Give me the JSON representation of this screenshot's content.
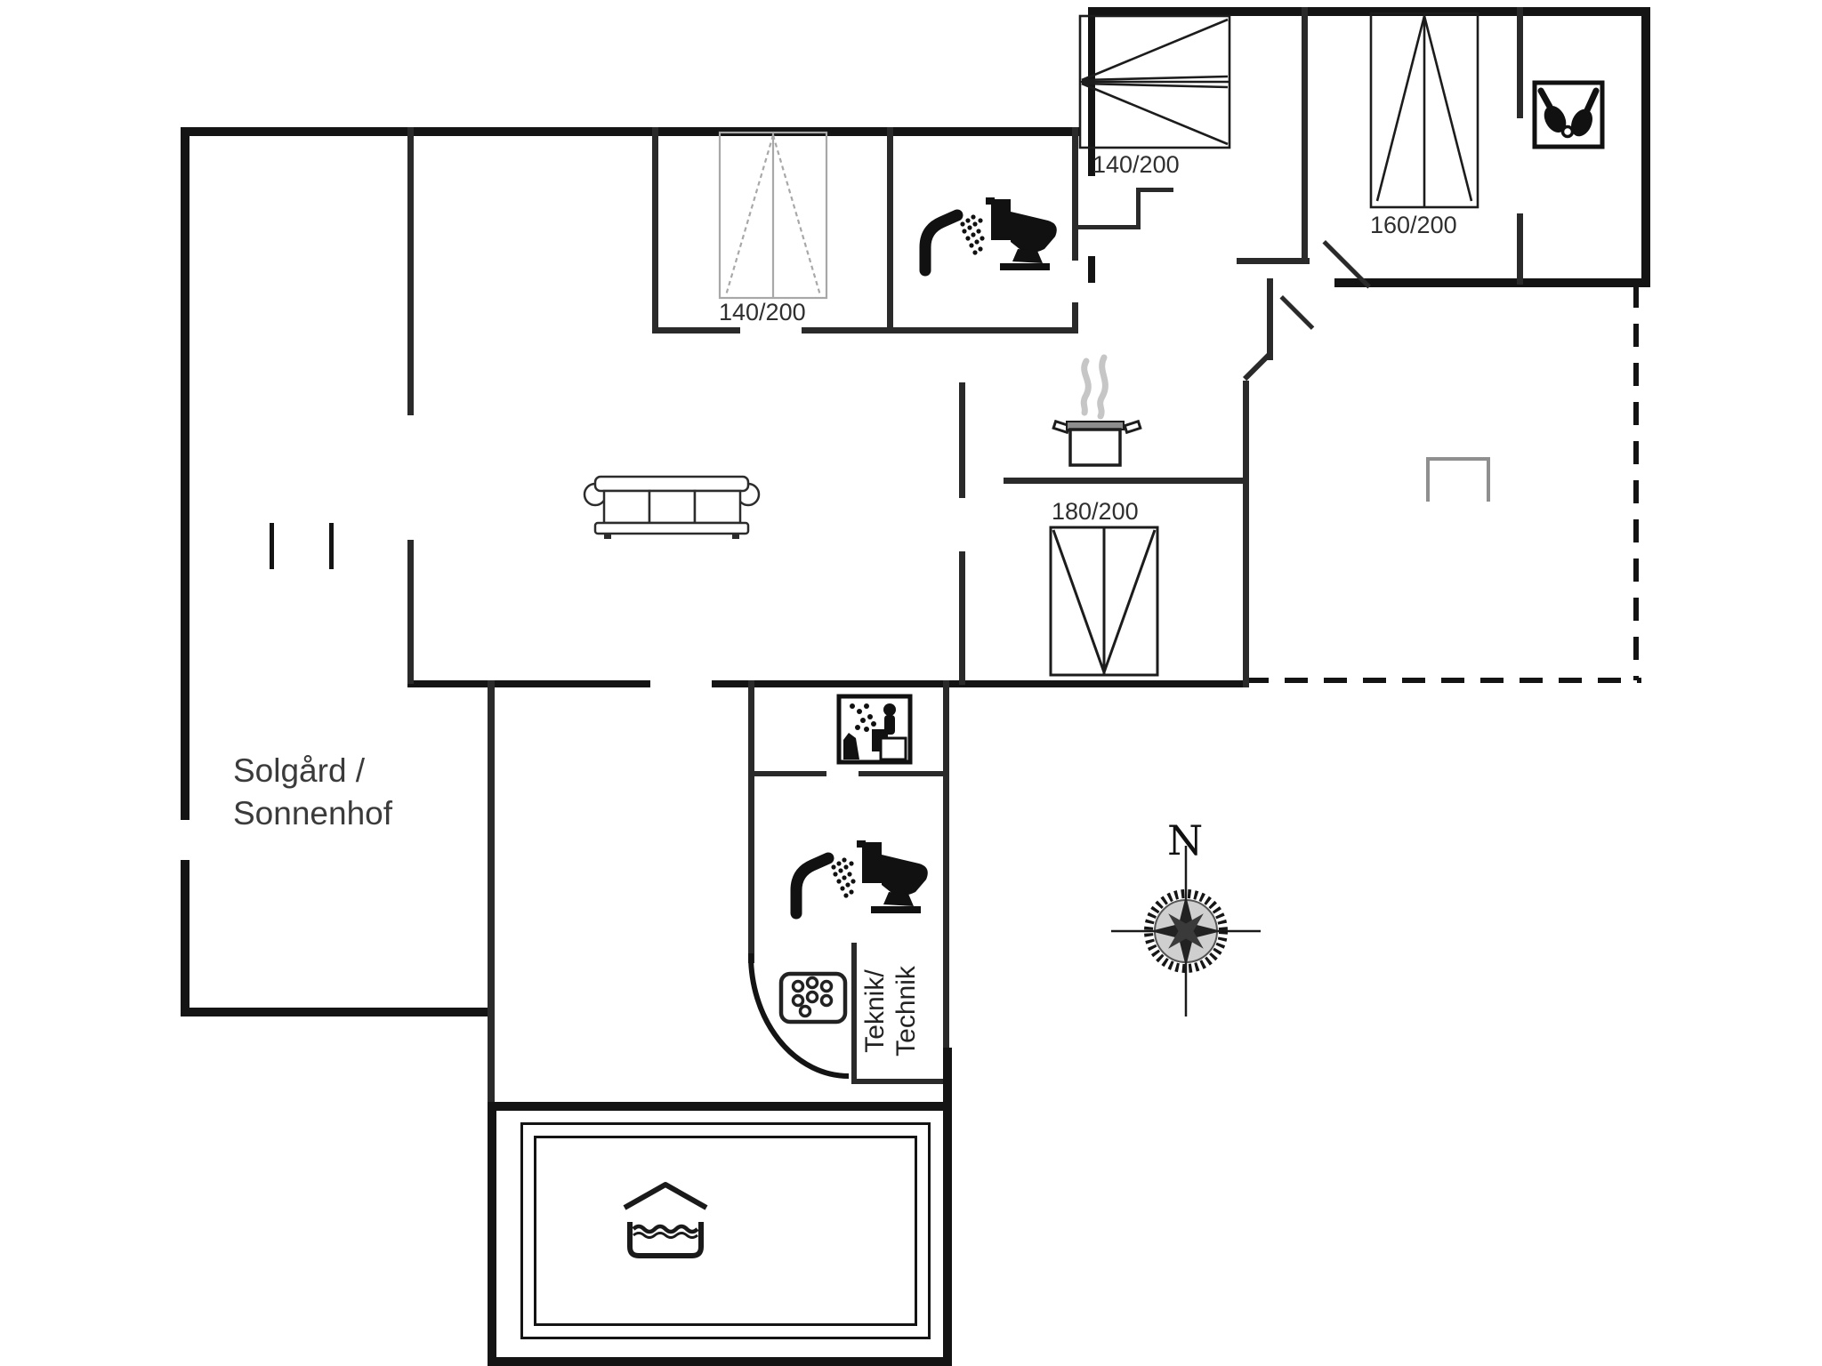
{
  "plan": {
    "house_name_line1": "Solgård /",
    "house_name_line2": "Sonnenhof",
    "compass_north": "N",
    "technik_line1": "Teknik/",
    "technik_line2": "Technik",
    "beds": {
      "bedroom_nw": "140/200",
      "bedroom_ne_bunk": "140/200",
      "bedroom_ne": "160/200",
      "bedroom_master": "180/200"
    },
    "icons": [
      "shower-icon",
      "toilet-icon",
      "sauna-icon",
      "table-tennis-icon",
      "cooking-pot-icon",
      "sofa-icon",
      "whirlpool-icon",
      "indoor-pool-icon",
      "compass-rose-icon",
      "door-swing",
      "terrace-dashed-wall"
    ],
    "colors": {
      "wall": "#141414",
      "line": "#2a2a2a",
      "gray": "#9c9c9c",
      "steam": "#c6c6c6",
      "text": "#2f2f2f",
      "lgray": "#8f8f8f"
    }
  }
}
